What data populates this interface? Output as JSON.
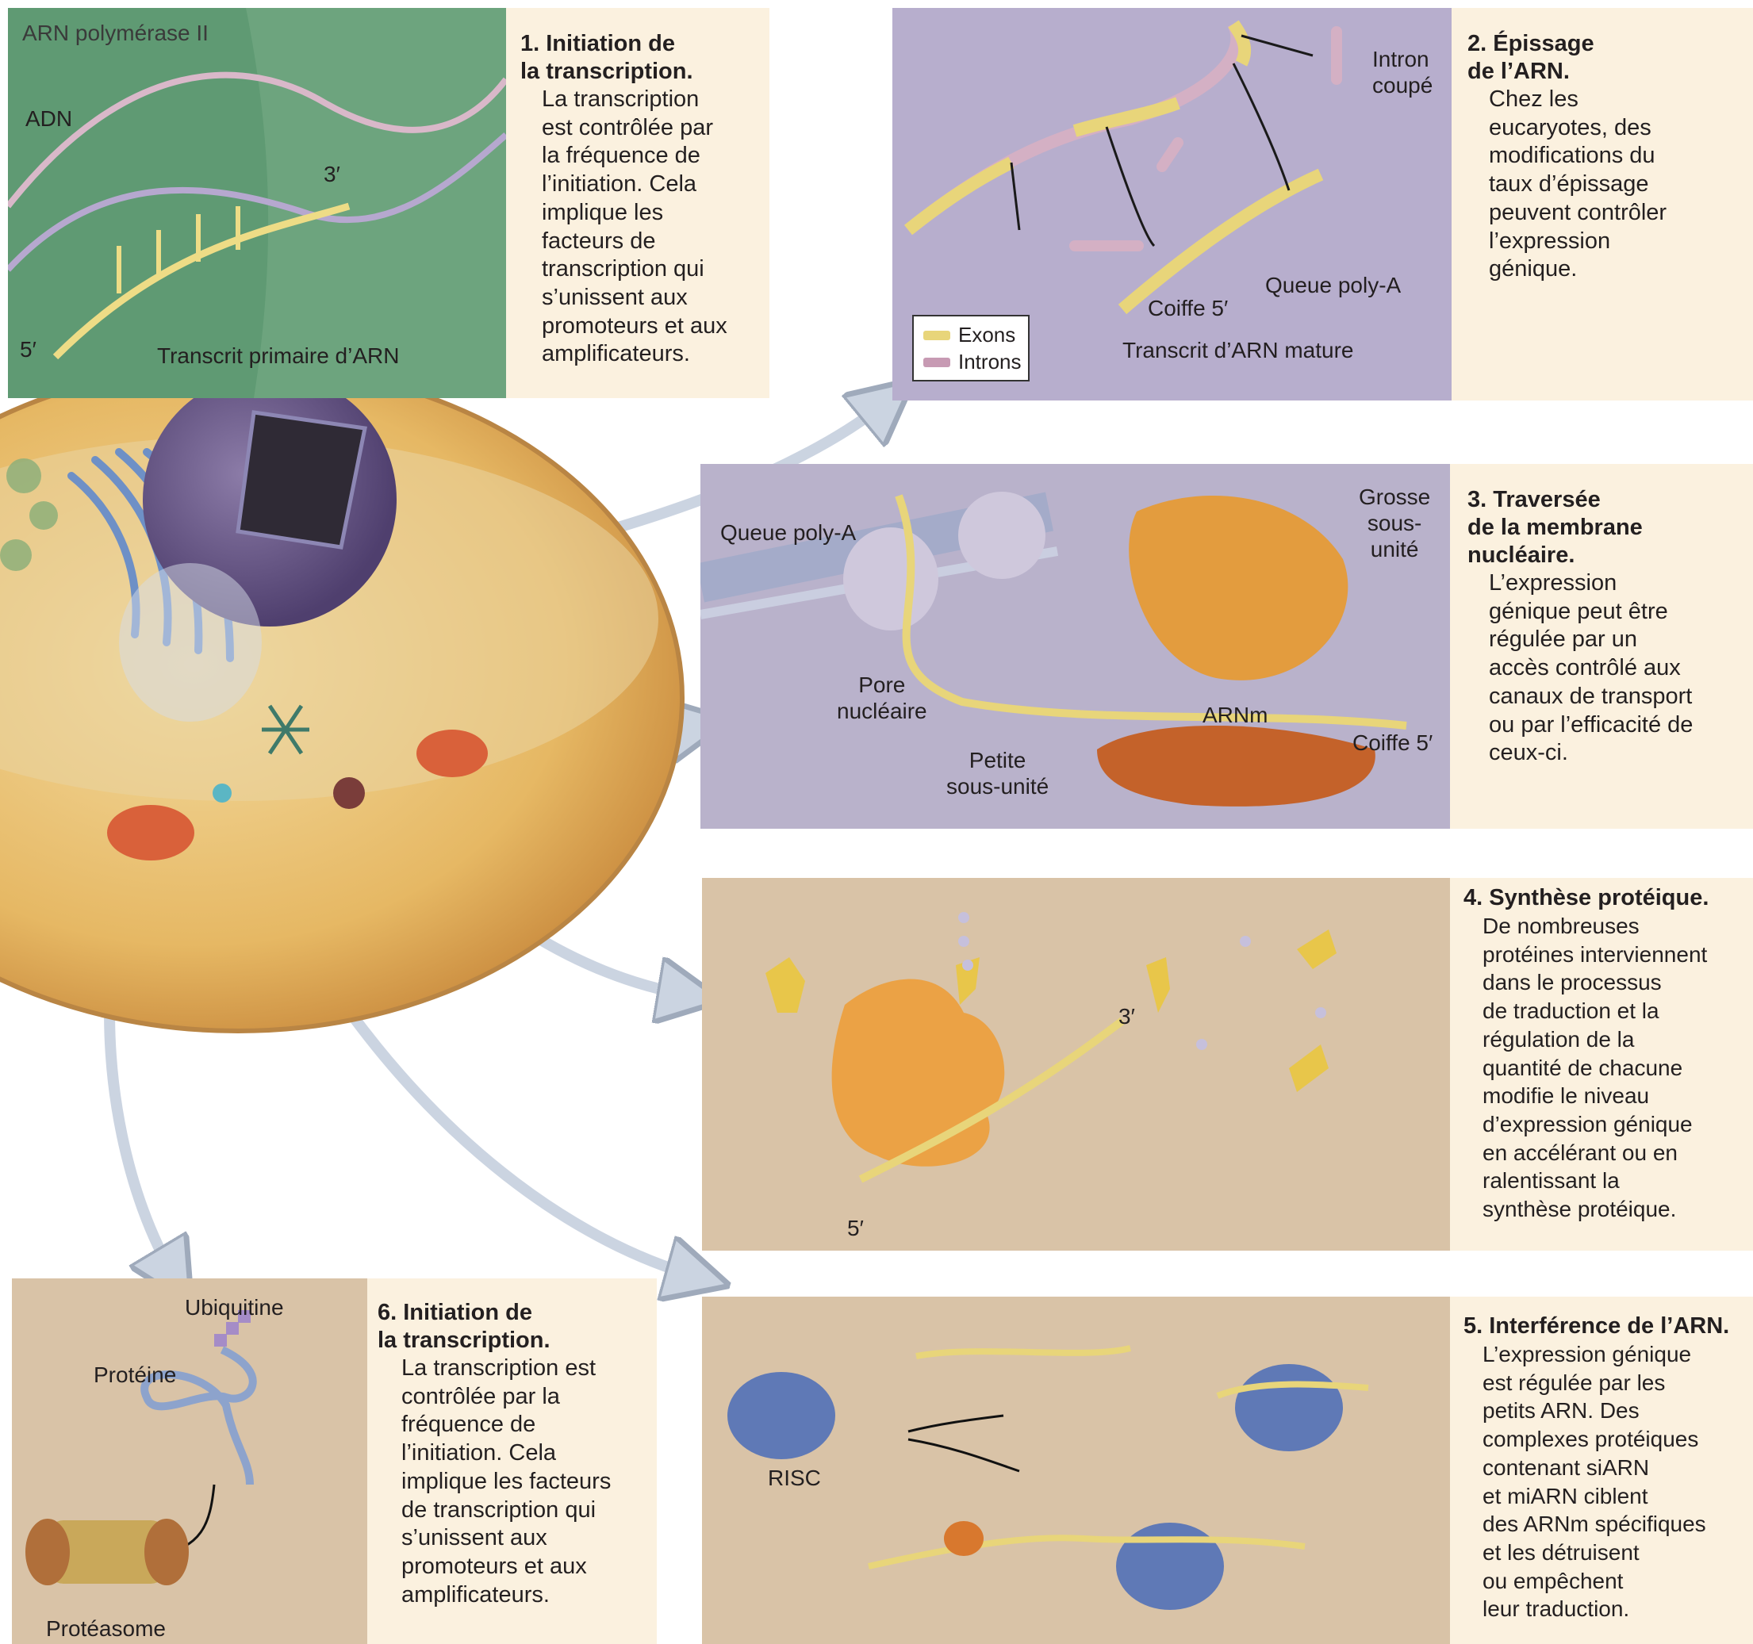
{
  "panel1": {
    "title": "1. Initiation de\n    la transcription.",
    "body": "La transcription\nest contrôlée par\nla fréquence de\nl’initiation. Cela\nimplique les\nfacteurs de\ntranscription qui\ns’unissent aux\npromoteurs et aux\namplificateurs.",
    "labels": {
      "polymerase": "ARN polymérase II",
      "adn": "ADN",
      "three_prime": "3′",
      "five_prime": "5′",
      "transcrit": "Transcrit primaire d’ARN"
    }
  },
  "panel2": {
    "title": "2. Épissage\n    de l’ARN.",
    "body": "Chez les\neucaryotes, des\nmodifications du\ntaux d’épissage\npeuvent contrôler\nl’expression\ngénique.",
    "labels": {
      "intron_coupe": "Intron\ncoupé",
      "queue": "Queue poly-A",
      "coiffe": "Coiffe 5′",
      "mature": "Transcrit d’ARN mature"
    },
    "legend": {
      "exons": "Exons",
      "introns": "Introns"
    }
  },
  "panel3": {
    "title": "3. Traversée\n    de la membrane\n    nucléaire.",
    "body": "L’expression\ngénique peut être\nrégulée par un\naccès contrôlé aux\ncanaux de transport\nou par l’efficacité de\nceux-ci.",
    "labels": {
      "queue": "Queue poly-A",
      "grosse": "Grosse\nsous-\nunité",
      "pore": "Pore\nnucléaire",
      "arnm": "ARNm",
      "coiffe": "Coiffe 5′",
      "petite": "Petite\nsous-unité"
    }
  },
  "panel4": {
    "title": "4. Synthèse protéique.",
    "body": "De nombreuses\nprotéines interviennent\ndans le processus\nde traduction et la\nrégulation de la\nquantité de chacune\nmodifie le niveau\nd’expression génique\nen accélérant ou en\nralentissant la\nsynthèse protéique.",
    "labels": {
      "three_prime": "3′",
      "five_prime": "5′"
    }
  },
  "panel5": {
    "title": "5. Interférence de l’ARN.",
    "body": "L’expression génique\nest régulée par les\npetits ARN. Des\ncomplexes protéiques\ncontenant siARN\net miARN ciblent\ndes ARNm spécifiques\net les détruisent\nou empêchent\nleur traduction.",
    "labels": {
      "risc": "RISC"
    }
  },
  "panel6": {
    "title": "6. Initiation de\n    la transcription.",
    "body": "La transcription est\ncontrôlée par la\nfréquence de\nl’initiation. Cela\nimplique les facteurs\nde transcription qui\ns’unissent aux\npromoteurs et aux\namplificateurs.",
    "labels": {
      "ubiquitine": "Ubiquitine",
      "proteine": "Protéine",
      "proteasome": "Protéasome"
    }
  },
  "colors": {
    "caption_bg": "#fbf1df",
    "panel1_bg": "#5f9a73",
    "panel2_bg": "#b7aecd",
    "panel3_bg": "#b9b2cb",
    "panel456_bg": "#d9c3a7",
    "arrow": "#c9d2e0",
    "mrna": "#e8d57a"
  }
}
